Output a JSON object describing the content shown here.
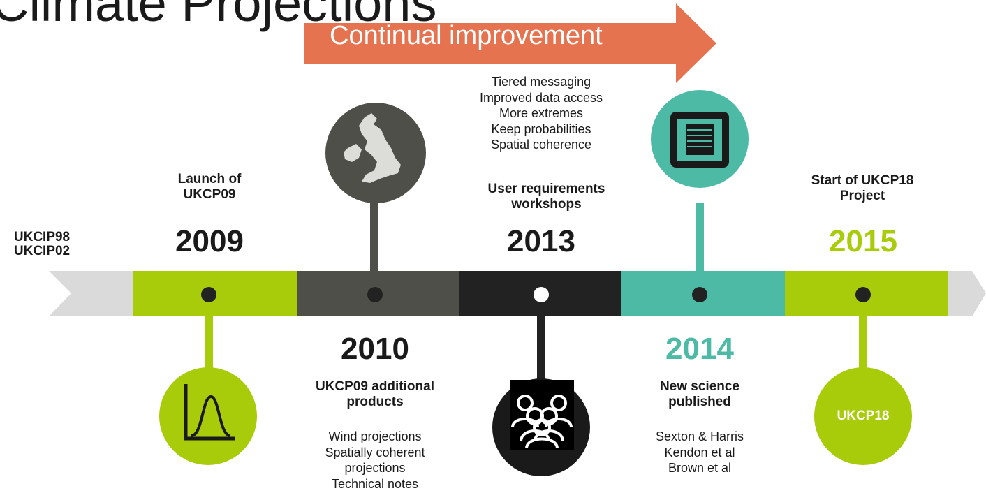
{
  "title": "Climate Projections",
  "banner": "Continual improvement",
  "start_labels": [
    "UKCIP98",
    "UKCIP02"
  ],
  "milestones": [
    {
      "year": "2009",
      "label": "Launch of UKCP09",
      "items": [],
      "icon": "bell-curve-icon",
      "color": "#a8cb0a"
    },
    {
      "year": "2010",
      "label": "UKCP09 additional products",
      "items": [
        "Wind projections",
        "Spatially coherent",
        "projections",
        "Technical notes"
      ],
      "icon": "uk-map-icon",
      "color": "#4f4f4a"
    },
    {
      "year": "2013",
      "label": "User requirements workshops",
      "items": [
        "Tiered messaging",
        "Improved data access",
        "More extremes",
        "Keep probabilities",
        "Spatial coherence"
      ],
      "icon": "people-group-icon",
      "color": "#222222"
    },
    {
      "year": "2014",
      "label": "New science published",
      "items": [
        "Sexton & Harris",
        "Kendon et al",
        "Brown et al"
      ],
      "icon": "document-icon",
      "color": "#4dbaa5"
    },
    {
      "year": "2015",
      "label": "Start of UKCP18 Project",
      "items": [],
      "icon": "ukcp18-circle",
      "color": "#a8cb0a",
      "circle_text": "UKCP18"
    }
  ],
  "colors": {
    "lime": "#a8cb0a",
    "charcoal": "#4f4f4a",
    "black": "#222222",
    "teal": "#4dbaa5",
    "arrow": "#e57350",
    "grey_arrow": "#dadada"
  }
}
